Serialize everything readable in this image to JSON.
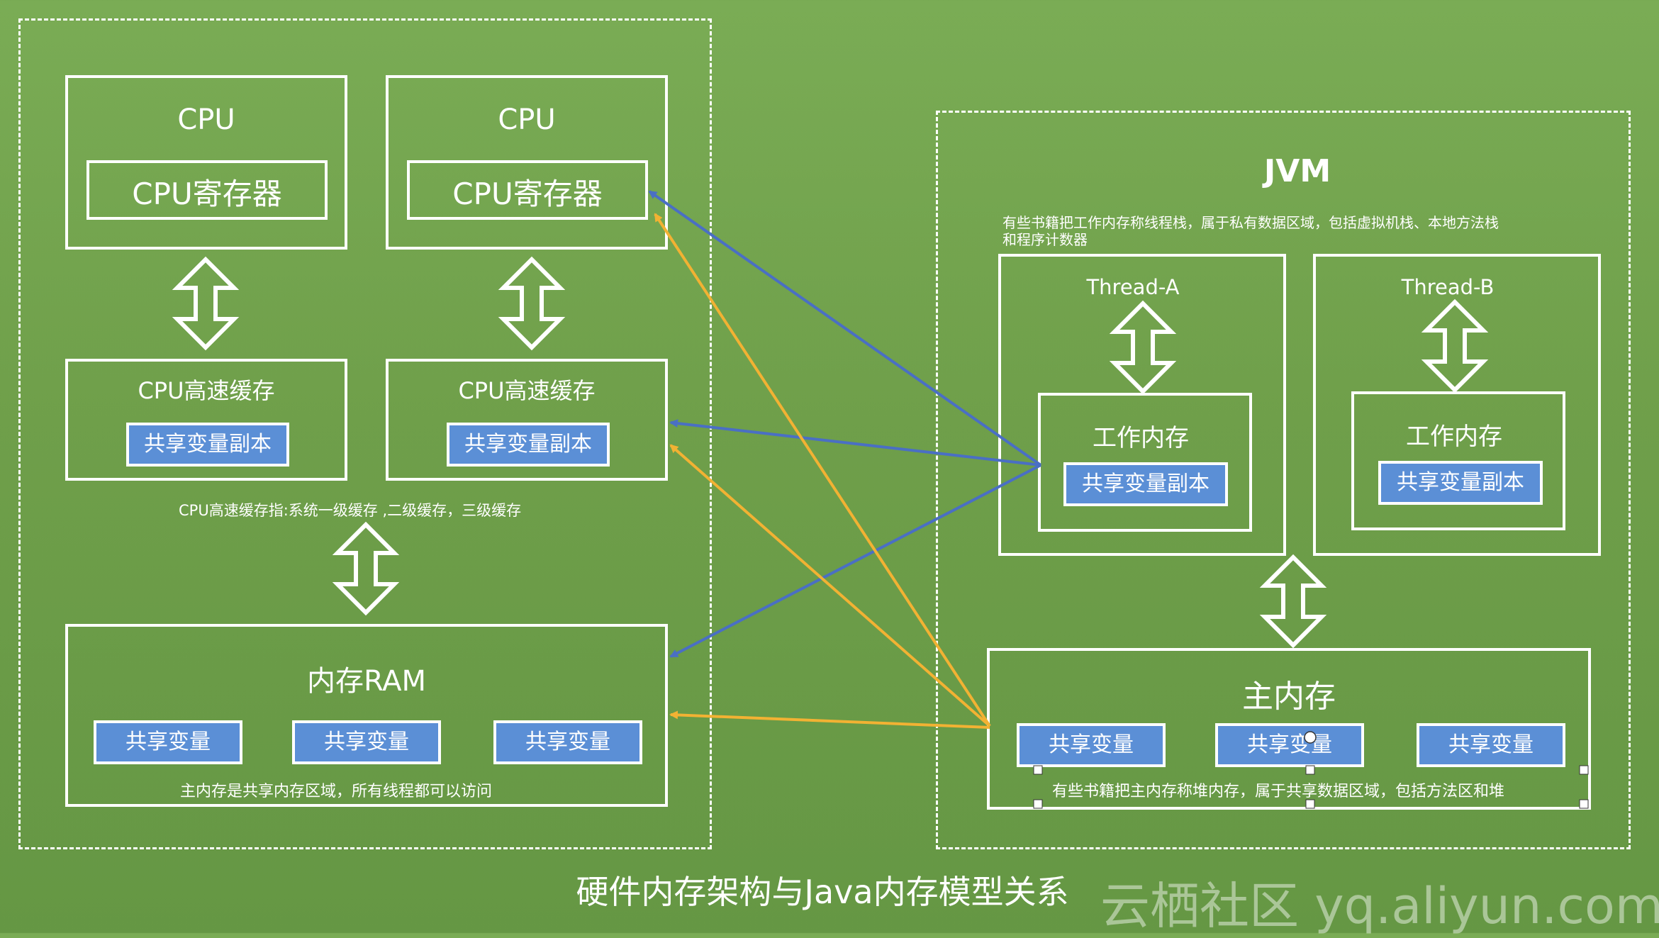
{
  "hardware": {
    "cpu_left": {
      "title": "CPU",
      "register": "CPU寄存器"
    },
    "cpu_right": {
      "title": "CPU",
      "register": "CPU寄存器"
    },
    "cache_left": {
      "title": "CPU高速缓存",
      "copy": "共享变量副本"
    },
    "cache_right": {
      "title": "CPU高速缓存",
      "copy": "共享变量副本"
    },
    "cache_note": "CPU高速缓存指:系统一级缓存 ,二级缓存，三级缓存",
    "ram": {
      "title": "内存RAM",
      "vars": [
        "共享变量",
        "共享变量",
        "共享变量"
      ],
      "note": "主内存是共享内存区域，所有线程都可以访问"
    }
  },
  "jvm": {
    "title": "JVM",
    "note_line1": "有些书籍把工作内存称线程栈，属于私有数据区域，包括虚拟机栈、本地方法栈",
    "note_line2": "和程序计数器",
    "thread_a": {
      "title": "Thread-A",
      "work": "工作内存",
      "copy": "共享变量副本"
    },
    "thread_b": {
      "title": "Thread-B",
      "work": "工作内存",
      "copy": "共享变量副本"
    },
    "main_memory": {
      "title": "主内存",
      "vars": [
        "共享变量",
        "共享变量",
        "共享变量"
      ],
      "note": "有些书籍把主内存称堆内存，属于共享数据区域，包括方法区和堆"
    }
  },
  "caption": "硬件内存架构与Java内存模型关系",
  "watermark": "云栖社区 yq.aliyun.com",
  "colors": {
    "blue_arrow": "#4a6fc4",
    "orange_arrow": "#f2b233",
    "chip": "#5b8fd6"
  }
}
